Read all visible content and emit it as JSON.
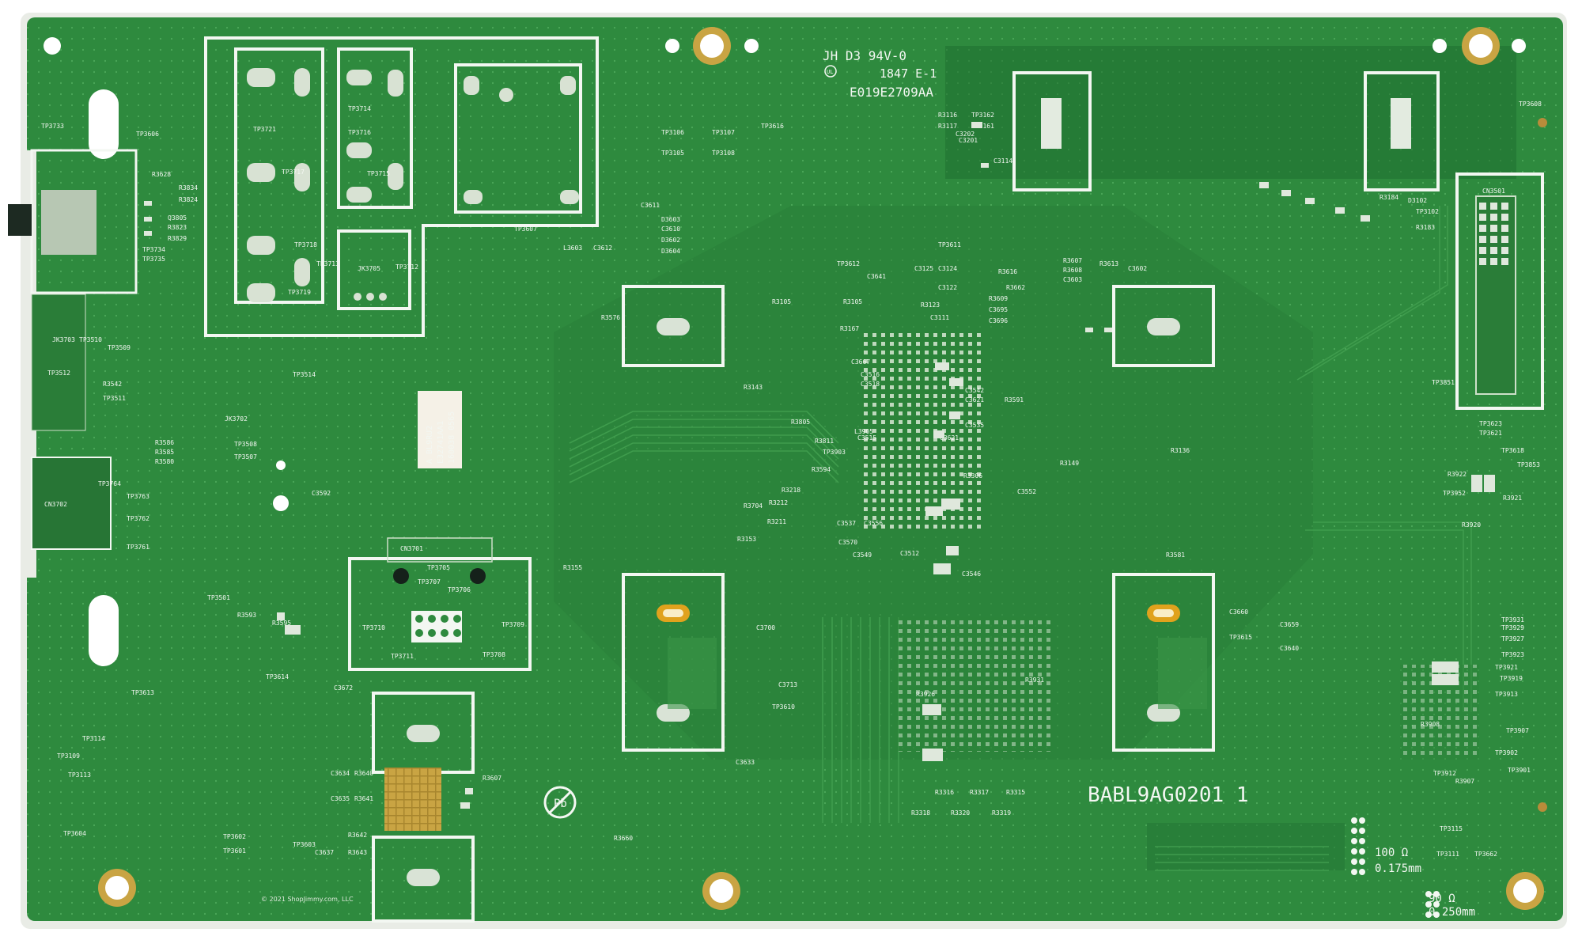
{
  "board": {
    "part_number": "BABL9AG0201  1",
    "rating_line1": "JH D3  94V-0",
    "rating_line2": "1847 E-1",
    "board_code": "E019E2709AA",
    "impedance_1": "100 Ω",
    "impedance_1b": "0.175mm",
    "impedance_2": "90 Ω",
    "impedance_2b": "0.250mm",
    "copyright": "© 2021 ShopJimmy.com, LLC",
    "sticker": [
      "A BL9RU2",
      "E32741AA1",
      "160038  0565"
    ],
    "colors": {
      "pcb": "#2e8a3e",
      "pcb_dark": "#1f6f30",
      "silkscreen": "#f3f7f2",
      "pad": "#c9a443",
      "edge": "#e9ece6"
    }
  },
  "labels": [
    "TP3733",
    "TP3606",
    "R3628",
    "R3834",
    "R3824",
    "Q3805",
    "R3823",
    "R3829",
    "TP3734",
    "TP3735",
    "TP3721",
    "TP3714",
    "TP3716",
    "TP3715",
    "TP3717",
    "TP3718",
    "TP3713",
    "TP3719",
    "JK3705",
    "TP3712",
    "JK3703",
    "TP3510",
    "TP3509",
    "TP3512",
    "R3542",
    "TP3511",
    "TP3514",
    "JK3702",
    "TP3508",
    "TP3507",
    "R3586",
    "R3585",
    "R3580",
    "C3592",
    "TP3764",
    "TP3763",
    "TP3762",
    "TP3761",
    "CN3702",
    "CN3701",
    "TP3705",
    "TP3707",
    "TP3706",
    "TP3710",
    "TP3709",
    "TP3711",
    "TP3708",
    "TP3501",
    "R3593",
    "R3595",
    "TP3614",
    "TP3613",
    "TP3114",
    "TP3109",
    "TP3113",
    "TP3604",
    "C3672",
    "C3634",
    "R3640",
    "C3635",
    "R3641",
    "TP3602",
    "TP3601",
    "TP3603",
    "C3637",
    "R3643",
    "R3642",
    "R3660",
    "R3607",
    "TP3106",
    "TP3107",
    "TP3105",
    "TP3108",
    "TP3616",
    "C3611",
    "D3603",
    "C3610",
    "D3602",
    "D3604",
    "L3603",
    "C3612",
    "TP3607",
    "R3576",
    "TP3612",
    "C3641",
    "R3105",
    "R3167",
    "C3667",
    "R3143",
    "C3516",
    "C3518",
    "C3542",
    "C3621",
    "C3535",
    "R3105",
    "TP3611",
    "C3125",
    "C3124",
    "C3122",
    "R3123",
    "C3111",
    "R3609",
    "C3695",
    "C3696",
    "R3607",
    "R3608",
    "C3603",
    "R3613",
    "C3602",
    "R3662",
    "R3616",
    "TP3162",
    "TP3161",
    "R3117",
    "R3116",
    "C3201",
    "C3202",
    "C3114",
    "TP3608",
    "CN3501",
    "R3184",
    "D3102",
    "R3183",
    "TP3102",
    "TP3851",
    "TP3623",
    "TP3621",
    "TP3618",
    "TP3853",
    "R3922",
    "R3921",
    "R3920",
    "TP3952",
    "R3581",
    "C3660",
    "TP3615",
    "C3659",
    "C3640",
    "TP3931",
    "TP3929",
    "TP3927",
    "TP3923",
    "TP3921",
    "TP3919",
    "TP3913",
    "TP3907",
    "TP3902",
    "TP3901",
    "TP3912",
    "R3907",
    "R3908",
    "TP3115",
    "TP3111",
    "TP3662",
    "R3149",
    "R3136",
    "R3306",
    "C3552",
    "R3211",
    "R3212",
    "R3704",
    "R3218",
    "C3537",
    "C3556",
    "C3549",
    "C3512",
    "C3546",
    "R3155",
    "R3153",
    "C3700",
    "C3713",
    "C3633",
    "TP3610",
    "R3316",
    "R3317",
    "R3315",
    "R3318",
    "R3320",
    "R3319",
    "C3570",
    "R3931",
    "R3926",
    "R3805",
    "R3811",
    "C3515",
    "L3905",
    "TP3903",
    "R3594",
    "C3621",
    "R3591"
  ],
  "icons": [
    "pb-free-icon",
    "ul-mark-icon"
  ]
}
